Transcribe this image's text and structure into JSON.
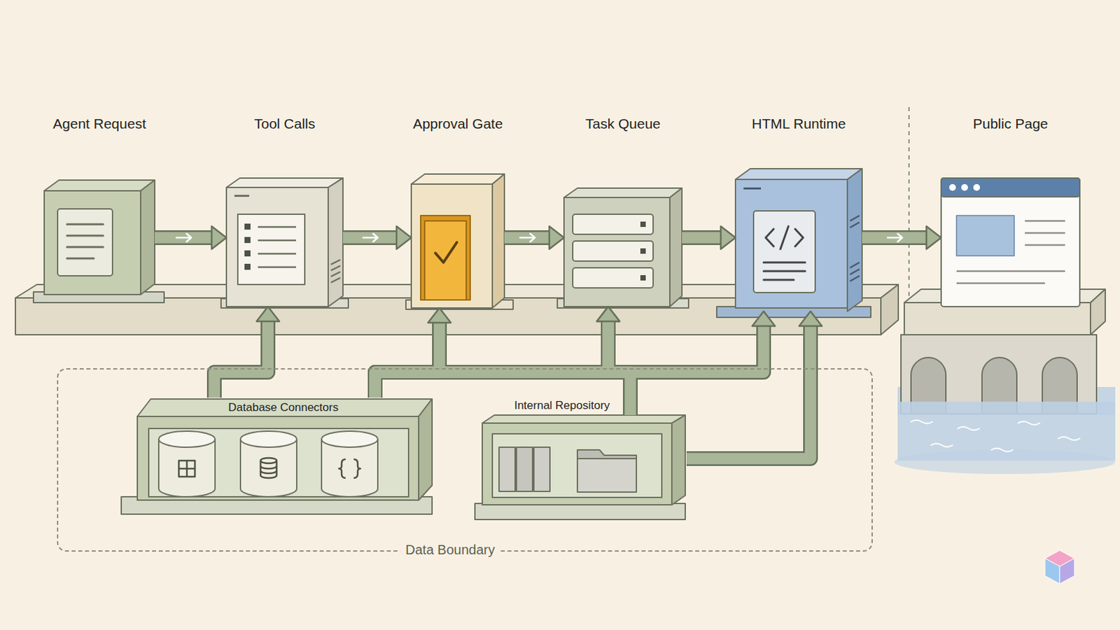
{
  "diagram": {
    "nodes": [
      {
        "text": [
          "Agent Request"
        ]
      },
      {
        "text": [
          "Tool Calls"
        ]
      },
      {
        "text": [
          "Approval Gate"
        ]
      },
      {
        "text": [
          "Task Queue"
        ]
      },
      {
        "text": [
          "HTML Runtime"
        ]
      },
      {
        "text": [
          "Public Page"
        ]
      },
      {
        "text": [
          "Data Boundary"
        ]
      },
      {
        "text": [
          "Database Connectors"
        ],
        "in": 6
      },
      {
        "text": [
          "Internal Repository"
        ],
        "in": 6
      }
    ],
    "edges": [
      {
        "from": 0,
        "to": 1,
        "arrow": "to"
      },
      {
        "from": 1,
        "to": 2,
        "arrow": "to"
      },
      {
        "from": 2,
        "to": 3,
        "arrow": "to"
      },
      {
        "from": 3,
        "to": 4,
        "arrow": "to"
      },
      {
        "from": 4,
        "to": 5,
        "arrow": "to"
      },
      {
        "from": 7,
        "to": 1,
        "arrow": "to"
      },
      {
        "from": 7,
        "to": 2,
        "arrow": "to"
      },
      {
        "from": 7,
        "to": 3,
        "arrow": "to"
      },
      {
        "from": 7,
        "to": 4,
        "arrow": "to"
      },
      {
        "from": 8,
        "to": 3,
        "arrow": "to"
      },
      {
        "from": 8,
        "to": 4,
        "arrow": "to"
      }
    ]
  }
}
